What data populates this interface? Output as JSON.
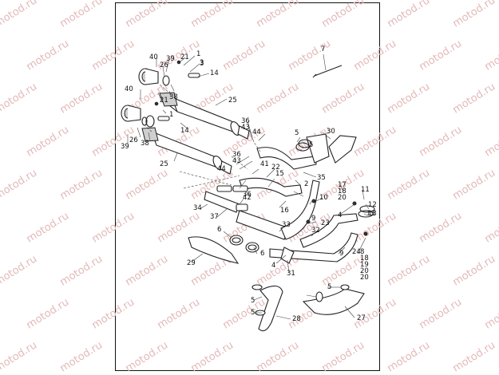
{
  "watermark": {
    "text": "motod.ru",
    "color": "#e3b9b9"
  },
  "diagram": {
    "labels": [
      "1",
      "2",
      "3",
      "4",
      "4",
      "5",
      "5",
      "5",
      "5",
      "5",
      "6",
      "6",
      "7",
      "8",
      "9",
      "9",
      "10",
      "11",
      "12",
      "13",
      "14",
      "14",
      "15",
      "16",
      "17",
      "18",
      "18",
      "19",
      "20",
      "20",
      "20",
      "21",
      "21",
      "22",
      "23",
      "24",
      "25",
      "25",
      "26",
      "26",
      "27",
      "28",
      "29",
      "30",
      "31",
      "32",
      "33",
      "34",
      "35",
      "36",
      "36",
      "36",
      "37",
      "38",
      "38",
      "39",
      "39",
      "40",
      "40",
      "41",
      "42",
      "43",
      "43",
      "44",
      "44",
      "1",
      "3",
      "13"
    ]
  }
}
